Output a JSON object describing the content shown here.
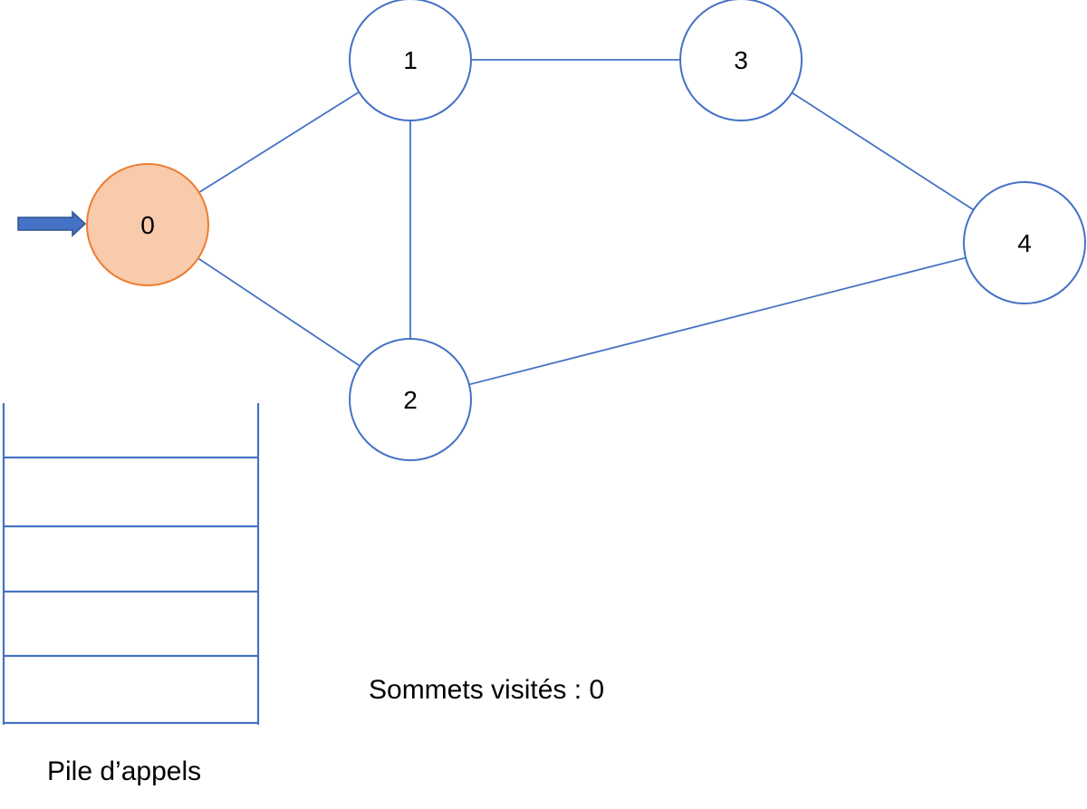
{
  "graph": {
    "nodes": [
      {
        "id": "0",
        "label": "0",
        "state": "current"
      },
      {
        "id": "1",
        "label": "1",
        "state": "unvisited"
      },
      {
        "id": "2",
        "label": "2",
        "state": "unvisited"
      },
      {
        "id": "3",
        "label": "3",
        "state": "unvisited"
      },
      {
        "id": "4",
        "label": "4",
        "state": "unvisited"
      }
    ],
    "edges": [
      [
        "0",
        "1"
      ],
      [
        "0",
        "2"
      ],
      [
        "1",
        "2"
      ],
      [
        "1",
        "3"
      ],
      [
        "3",
        "4"
      ],
      [
        "2",
        "4"
      ]
    ],
    "current_node": "0"
  },
  "call_stack": {
    "label": "Pile d’appels",
    "slots": 5,
    "entries": []
  },
  "visited": {
    "label": "Sommets visités :",
    "values": "0"
  },
  "colors": {
    "edge": "#4472C4",
    "node_stroke": "#4472C4",
    "current_fill": "#F8CBAD",
    "current_stroke": "#ED7D31",
    "arrow_fill": "#4472C4"
  },
  "icons": {
    "pointer": "right-arrow-icon"
  }
}
